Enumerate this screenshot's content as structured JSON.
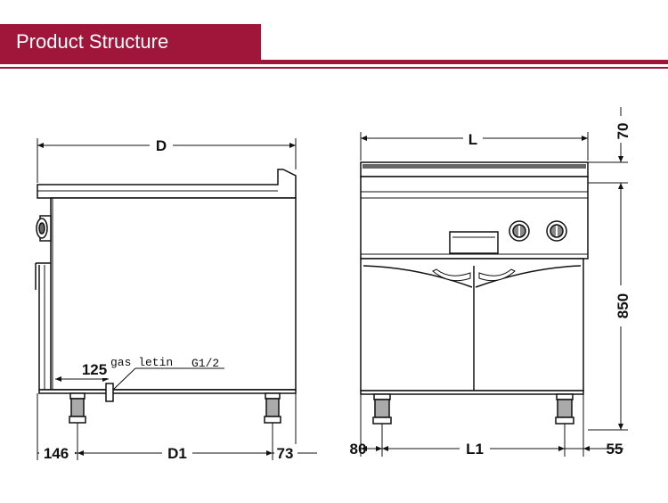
{
  "header": {
    "title": "Product Structure",
    "accent_color": "#a0163a"
  },
  "side_view": {
    "depth_label": "D",
    "inner_depth_label": "D1",
    "left_offset_label": "146",
    "right_offset_label": "73",
    "inlet_offset_label": "125",
    "gas_inlet_label": "gas letin",
    "gas_inlet_size": "G1/2"
  },
  "front_view": {
    "length_label": "L",
    "inner_length_label": "L1",
    "left_offset_label": "80",
    "right_offset_label": "55",
    "top_height_label": "70",
    "body_height_label": "850"
  }
}
